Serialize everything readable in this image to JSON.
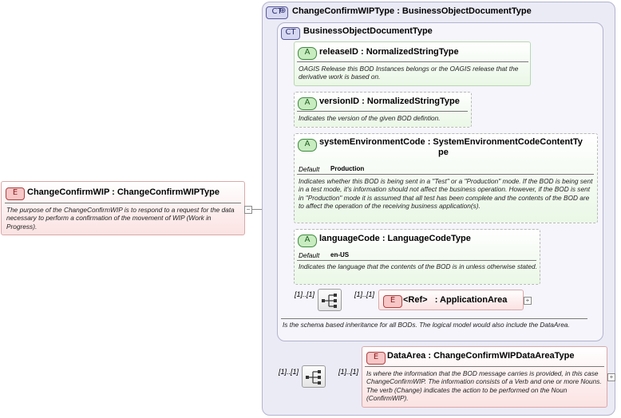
{
  "root": {
    "badge": "E",
    "title": "ChangeConfirmWIP : ChangeConfirmWIPType",
    "doc": "The purpose of the ChangeConfirmWIP is to respond to a request for the data necessary to perform a confirmation of the movement of WIP (Work in Progress)."
  },
  "outer_type": {
    "badge": "CT",
    "title": "ChangeConfirmWIPType : BusinessObjectDocumentType"
  },
  "inner_type": {
    "badge": "CT",
    "title": "BusinessObjectDocumentType",
    "doc": "Is the schema based inheritance for all BODs. The logical model would also include the DataArea."
  },
  "attributes": [
    {
      "badge": "A",
      "title": "releaseID : NormalizedStringType",
      "doc": "OAGIS Release this BOD Instances belongs or the OAGIS release that the derivative work is based on."
    },
    {
      "badge": "A",
      "title": "versionID : NormalizedStringType",
      "doc": "Indicates the version of the given BOD defintion."
    },
    {
      "badge": "A",
      "title_line1": "systemEnvironmentCode : SystemEnvironmentCodeContentTy",
      "title_line2": "pe",
      "default_label": "Default",
      "default_value": "Production",
      "doc": "Indicates whether this BOD is being sent in a \"Test\" or a \"Production\" mode. If the BOD is being sent in a test mode, it's information should not affect the business operation. However, if the BOD is sent in \"Production\" mode it is assumed that all test has been complete and the contents of the BOD are to affect the operation of the receiving business application(s)."
    },
    {
      "badge": "A",
      "title": "languageCode : LanguageCodeType",
      "default_label": "Default",
      "default_value": "en-US",
      "doc": "Indicates the language that the contents of the BOD is in unless otherwise stated."
    }
  ],
  "app_area": {
    "badge": "E",
    "title": "<Ref>   : ApplicationArea",
    "mult_left": "[1]..[1]",
    "mult_right": "[1]..[1]"
  },
  "data_area": {
    "badge": "E",
    "title": "DataArea : ChangeConfirmWIPDataAreaType",
    "mult_left": "[1]..[1]",
    "mult_right": "[1]..[1]",
    "doc": "Is where the information that the BOD message carries is provided, in this case ChangeConfirmWIP. The information consists of a Verb and one or more Nouns. The verb (Change) indicates the action to be performed on the Noun (ConfirmWIP)."
  },
  "icons": {
    "collapse": "minus-toggle-icon",
    "expand": "plus-toggle-icon",
    "sequence": "sequence-compositor-icon"
  }
}
